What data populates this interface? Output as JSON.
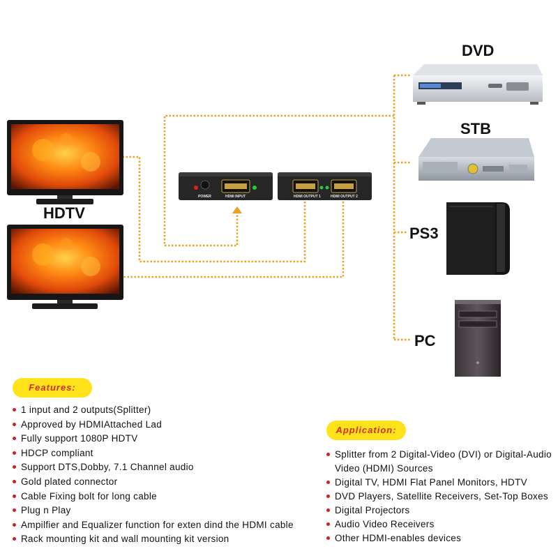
{
  "devices": {
    "dvd_label": "DVD",
    "stb_label": "STB",
    "ps3_label": "PS3",
    "pc_label": "PC",
    "hdtv_label": "HDTV"
  },
  "splitter": {
    "input_unit": {
      "power_label": "POWER",
      "input_label": "HDMI INPUT"
    },
    "output_unit": {
      "output1_label": "HDMI OUTPUT 1",
      "output2_label": "HDMI OUTPUT 2"
    }
  },
  "colors": {
    "cable": "#f0a020",
    "pill_bg": "#ffe21a",
    "pill_text": "#d03018",
    "bullet": "#c8241c"
  },
  "features": {
    "title": "Features:",
    "items": [
      "1 input and 2 outputs(Splitter)",
      "Approved by HDMIAttached Lad",
      "Fully support 1080P HDTV",
      "HDCP compliant",
      "Support DTS,Dobby, 7.1 Channel audio",
      "Gold plated connector",
      "Cable Fixing bolt for long cable",
      "Plug  n Play",
      "Ampilfier and Equalizer function for exten dind the HDMI cable",
      "Rack mounting kit and wall mounting kit version"
    ]
  },
  "application": {
    "title": "Application:",
    "items": [
      "Splitter from 2 Digital-Video (DVI) or Digital-Audio Video (HDMI) Sources",
      "Digital TV, HDMI Flat Panel Monitors, HDTV",
      "DVD Players, Satellite Receivers, Set-Top Boxes",
      "Digital Projectors",
      "Audio Video Receivers",
      "Other HDMI-enables devices"
    ]
  }
}
